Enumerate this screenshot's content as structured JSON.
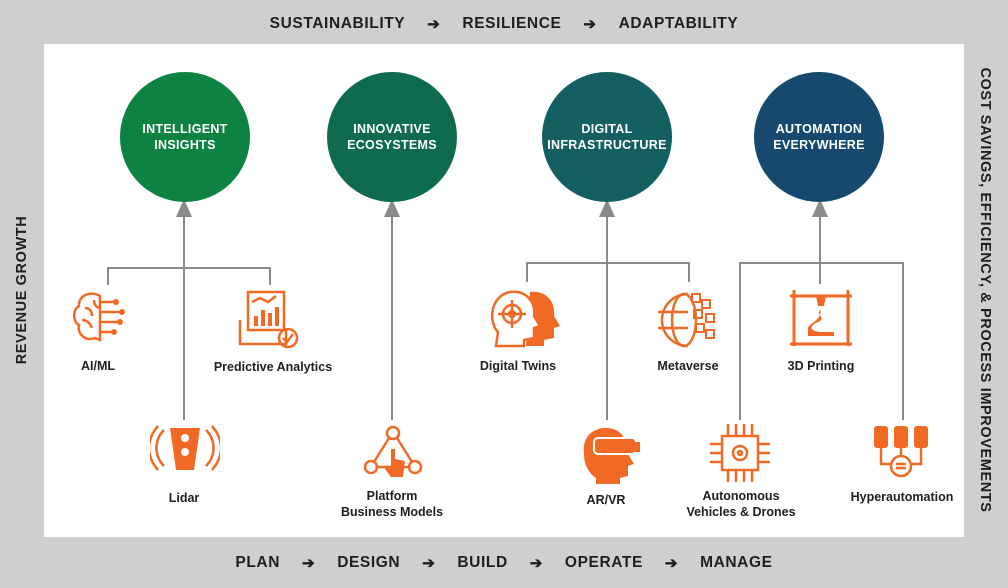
{
  "top_band": {
    "steps": [
      "SUSTAINABILITY",
      "RESILIENCE",
      "ADAPTABILITY"
    ],
    "arrow": "➔"
  },
  "bottom_band": {
    "steps": [
      "PLAN",
      "DESIGN",
      "BUILD",
      "OPERATE",
      "MANAGE"
    ],
    "arrow": "➔"
  },
  "left_label": "REVENUE GROWTH",
  "right_label": "COST SAVINGS, EFFICIENCY, & PROCESS IMPROVEMENTS",
  "colors": {
    "green1": "#0e8241",
    "green2": "#0f6b4f",
    "teal": "#145f62",
    "blue": "#154a6e",
    "orange": "#f06a26",
    "line": "#8a8a8a"
  },
  "pillars": [
    {
      "line1": "INTELLIGENT",
      "line2": "INSIGHTS"
    },
    {
      "line1": "INNOVATIVE",
      "line2": "ECOSYSTEMS"
    },
    {
      "line1": "DIGITAL",
      "line2": "INFRASTRUCTURE"
    },
    {
      "line1": "AUTOMATION",
      "line2": "EVERYWHERE"
    }
  ],
  "items": {
    "aiml": "AI/ML",
    "predictive": "Predictive Analytics",
    "lidar": "Lidar",
    "platform_1": "Platform",
    "platform_2": "Business Models",
    "digital_twins": "Digital Twins",
    "metaverse": "Metaverse",
    "arvr": "AR/VR",
    "printing": "3D Printing",
    "autonomous_1": "Autonomous",
    "autonomous_2": "Vehicles & Drones",
    "hyper": "Hyperautomation"
  }
}
